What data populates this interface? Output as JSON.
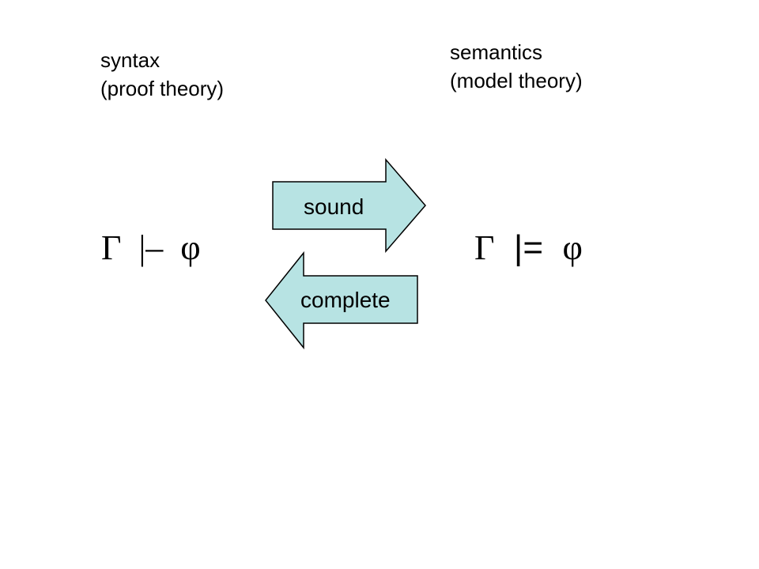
{
  "syntax": {
    "line1": "syntax",
    "line2": "(proof theory)"
  },
  "semantics": {
    "line1": "semantics",
    "line2": "(model theory)"
  },
  "left_formula": {
    "gamma": "Γ",
    "relation": "|–",
    "phi": "φ"
  },
  "right_formula": {
    "gamma": "Γ",
    "relation": "|=",
    "phi": "φ"
  },
  "arrows": {
    "sound": "sound",
    "complete": "complete"
  },
  "colors": {
    "arrow_fill": "#b7e3e3",
    "arrow_stroke": "#000000",
    "text": "#000000",
    "background": "#ffffff"
  }
}
